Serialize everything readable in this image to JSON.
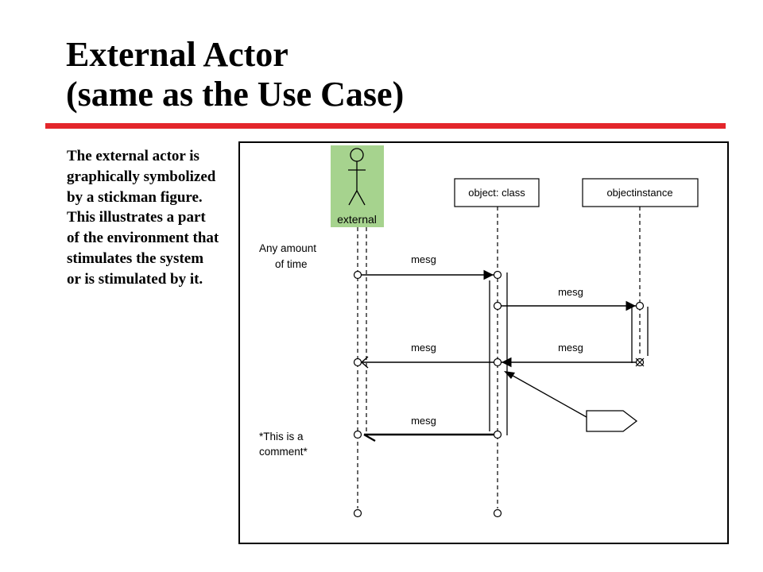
{
  "slide": {
    "title_line1": "External Actor",
    "title_line2": "(same as the Use Case)",
    "rule_color": "#e3262b",
    "body": "The external actor is graphically symbolized by a stickman figure. This illustrates a part of the environment that stimulates the system or is stimulated by it."
  },
  "diagram": {
    "actor_label": "external",
    "actor_fill": "#a6d38e",
    "object1": "object: class",
    "object2": "objectinstance",
    "time_note_line1": "Any amount",
    "time_note_line2": "of time",
    "comment_line1": "*This is a",
    "comment_line2": "comment*",
    "msg1": "mesg",
    "msg2": "mesg",
    "msg3": "mesg",
    "msg4": "mesg",
    "msg5": "mesg"
  }
}
